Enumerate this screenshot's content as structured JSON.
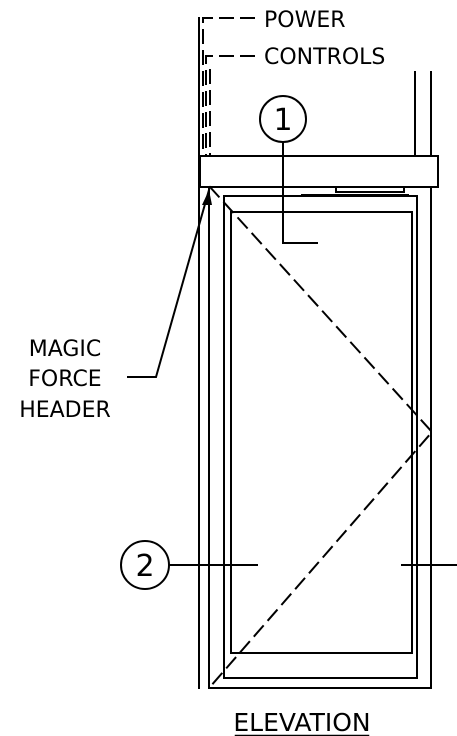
{
  "labels": {
    "power": "POWER",
    "controls": "CONTROLS",
    "header_line1": "MAGIC",
    "header_line2": "FORCE",
    "header_line3": "HEADER",
    "title": "ELEVATION"
  },
  "callouts": {
    "tag_1": "1",
    "tag_2": "2"
  }
}
